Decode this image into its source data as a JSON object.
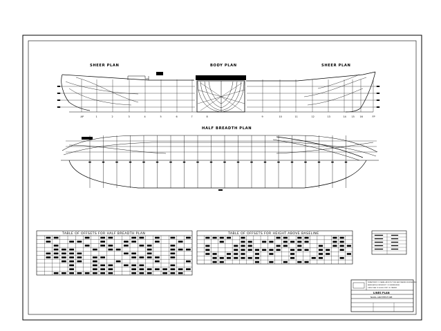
{
  "titles": {
    "sheer_left": "SHEER PLAN",
    "body": "BODY PLAN",
    "sheer_right": "SHEER PLAN",
    "half_breadth": "HALF BREADTH PLAN"
  },
  "table_left_title": "TABLE OF OFFSETS FOR HALF BREADTH PLAN",
  "table_right_title": "TABLE OF OFFSETS FOR HEIGHT ABOVE BASELINE",
  "stations": [
    "AP",
    "1",
    "2",
    "3",
    "4",
    "5",
    "6",
    "7",
    "8",
    "",
    "9",
    "10",
    "11",
    "12",
    "13",
    "14",
    "15",
    "16",
    "FP"
  ],
  "title_block": {
    "line1": "DEPARTMENT OF NAVAL ARCHITECTURE AND MARINE ENGINEERING",
    "line2": "BANGLADESH UNIVERSITY OF ENGINEERING",
    "line3": "LINES PLAN OF A 4000 DWT OIL TANKER",
    "title": "LINES PLAN",
    "subtitle": "NAVAL ARCHITECTURE"
  }
}
